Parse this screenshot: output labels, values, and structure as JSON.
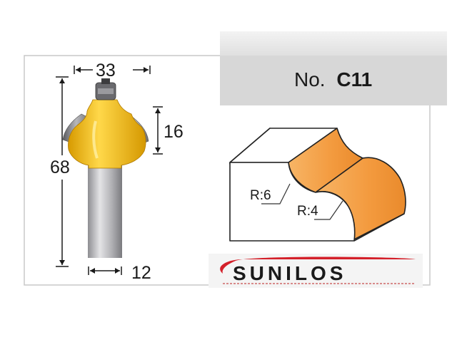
{
  "product": {
    "model_prefix": "No.",
    "model_code": "C11"
  },
  "dimensions": {
    "cut_width": "33",
    "cut_height": "16",
    "overall_length": "68",
    "shank_diameter": "12"
  },
  "profile": {
    "radius_top": "R:6",
    "radius_bottom": "R:4"
  },
  "brand": {
    "name": "SUNILOS"
  },
  "colors": {
    "cutter_body": "#f2c21a",
    "profile_face": "#f0a04a",
    "shank": "#b5b5b8",
    "header_band": "#dcdcdc"
  }
}
